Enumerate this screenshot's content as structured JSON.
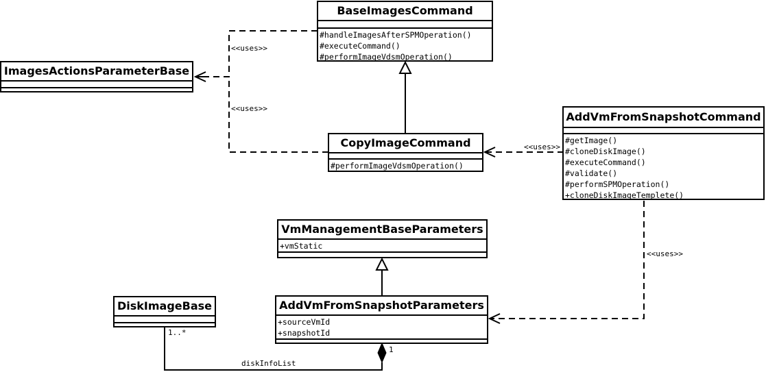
{
  "classes": {
    "base_images_command": {
      "name": "BaseImagesCommand",
      "attributes": [],
      "operations": [
        "#handleImagesAfterSPMOperation()",
        "#executeCommand()",
        "#performImageVdsmOperation()"
      ]
    },
    "images_actions_parameter_base": {
      "name": "ImagesActionsParameterBase",
      "attributes": [],
      "operations": []
    },
    "copy_image_command": {
      "name": "CopyImageCommand",
      "attributes": [],
      "operations": [
        "#performImageVdsmOperation()"
      ]
    },
    "add_vm_from_snapshot_command": {
      "name": "AddVmFromSnapshotCommand",
      "attributes": [],
      "operations": [
        "#getImage()",
        "#cloneDiskImage()",
        "#executeCommand()",
        "#validate()",
        "#performSPMOperation()",
        "+cloneDiskImageTemplete()"
      ]
    },
    "vm_management_base_parameters": {
      "name": "VmManagementBaseParameters",
      "attributes": [
        "+vmStatic"
      ],
      "operations": []
    },
    "disk_image_base": {
      "name": "DiskImageBase",
      "attributes": [],
      "operations": []
    },
    "add_vm_from_snapshot_parameters": {
      "name": "AddVmFromSnapshotParameters",
      "attributes": [
        "+sourceVmId",
        "+snapshotId"
      ],
      "operations": []
    }
  },
  "relations": {
    "uses_label": "<<uses>>",
    "base_uses_params": {
      "type": "dependency",
      "from": "BaseImagesCommand",
      "to": "ImagesActionsParameterBase",
      "label": "<<uses>>"
    },
    "copy_uses_params": {
      "type": "dependency",
      "from": "CopyImageCommand",
      "to": "ImagesActionsParameterBase",
      "label": "<<uses>>"
    },
    "copy_extends_base": {
      "type": "generalization",
      "from": "CopyImageCommand",
      "to": "BaseImagesCommand"
    },
    "addvm_uses_copy": {
      "type": "dependency",
      "from": "AddVmFromSnapshotCommand",
      "to": "CopyImageCommand",
      "label": "<<uses>>"
    },
    "addvm_uses_params": {
      "type": "dependency",
      "from": "AddVmFromSnapshotCommand",
      "to": "AddVmFromSnapshotParameters",
      "label": "<<uses>>"
    },
    "params_extends_vmmgmt": {
      "type": "generalization",
      "from": "AddVmFromSnapshotParameters",
      "to": "VmManagementBaseParameters"
    },
    "composition": {
      "type": "composition",
      "whole": "AddVmFromSnapshotParameters",
      "part": "DiskImageBase",
      "role": "diskInfoList",
      "whole_multiplicity": "1",
      "part_multiplicity": "1..*"
    }
  }
}
